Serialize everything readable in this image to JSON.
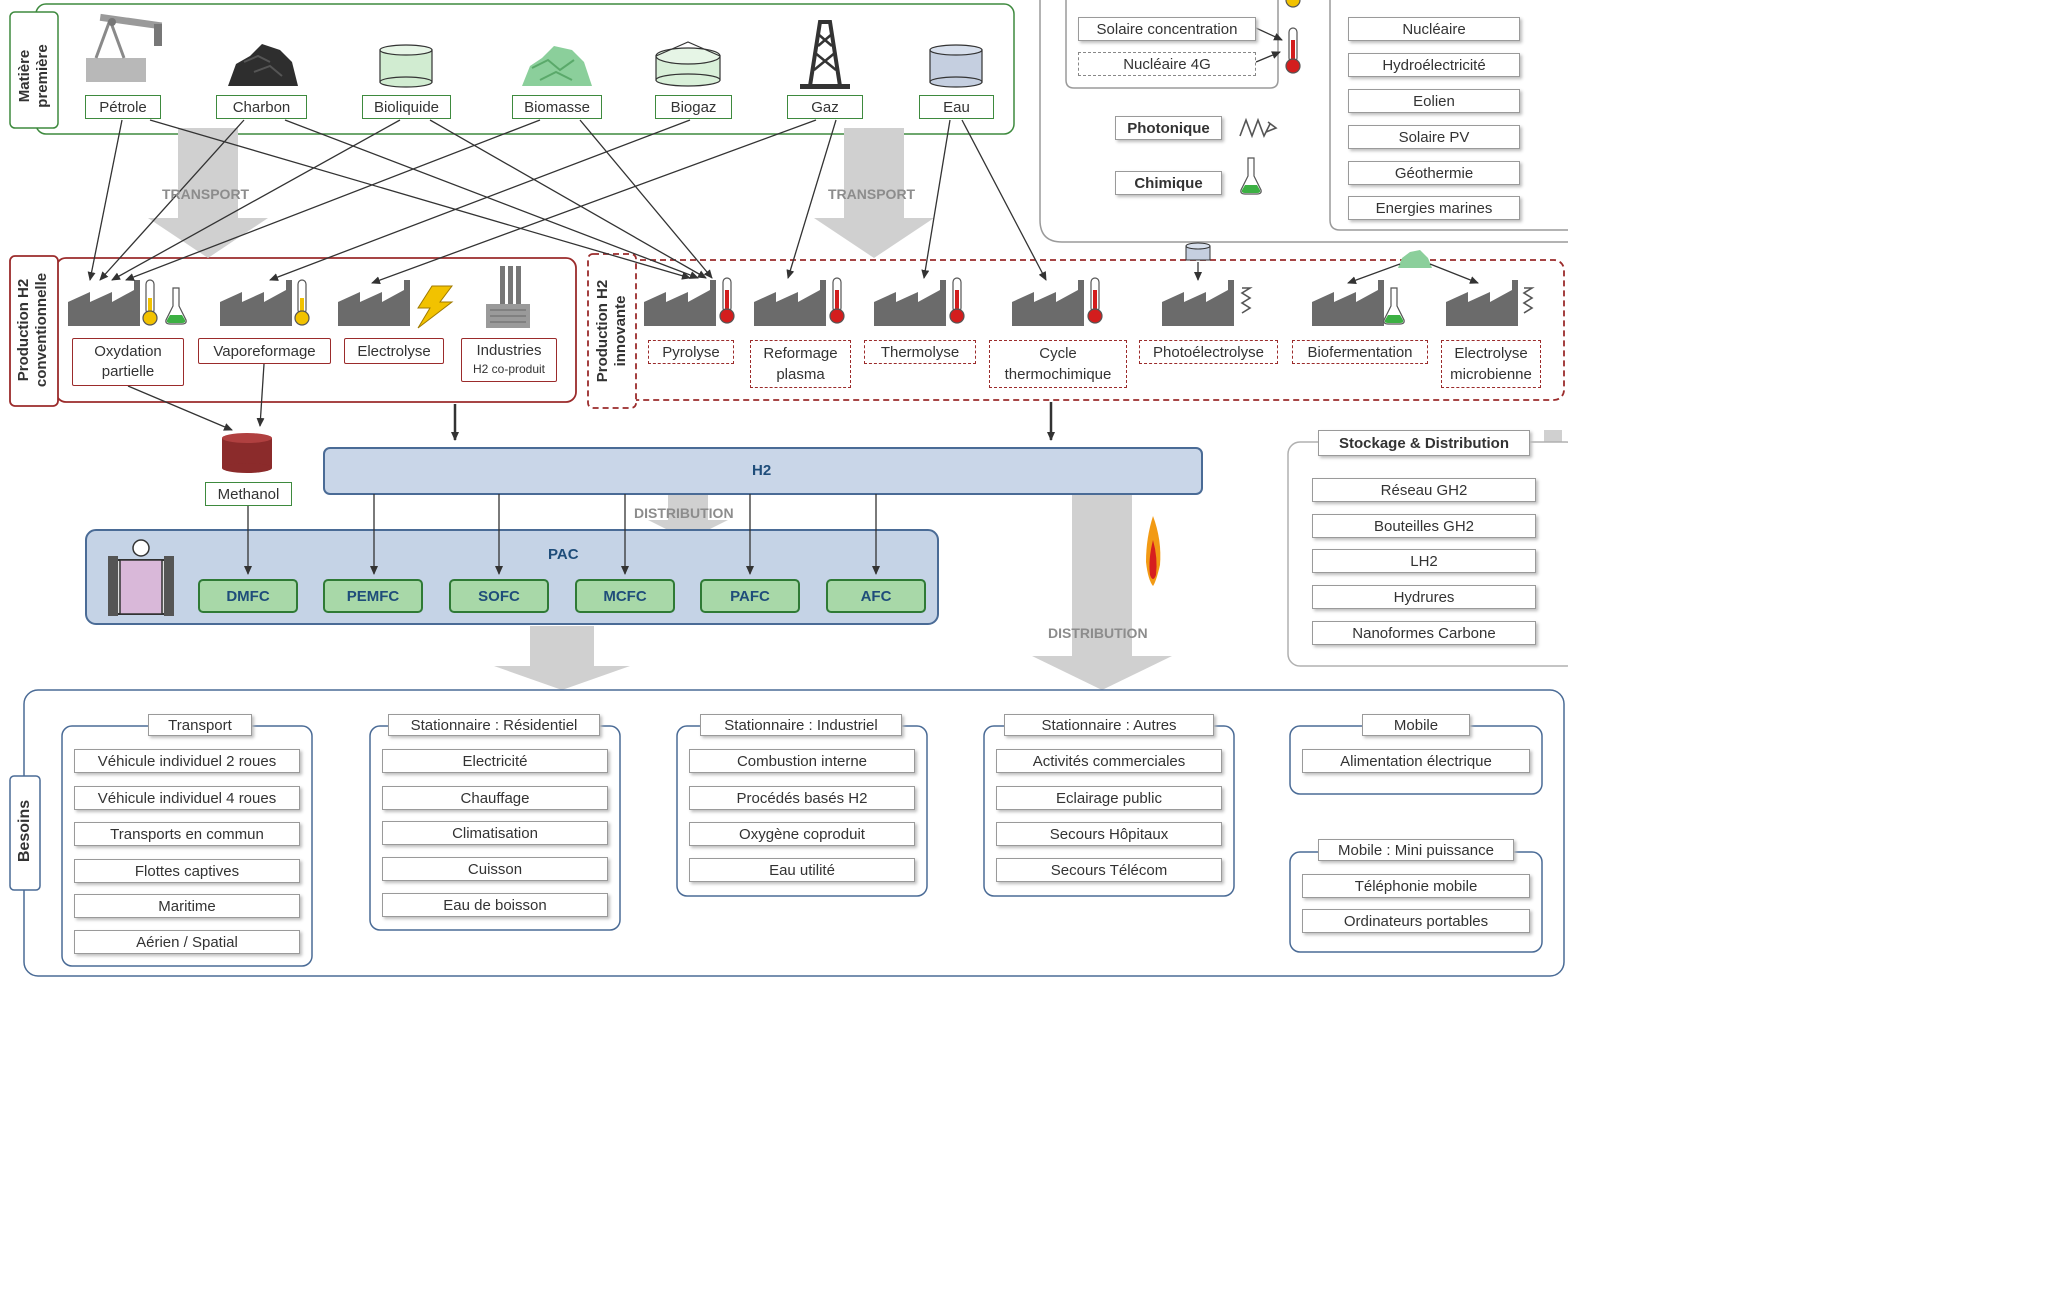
{
  "raw_materials": {
    "title_line1": "Matière",
    "title_line2": "première",
    "items": [
      "Pétrole",
      "Charbon",
      "Bioliquide",
      "Biomasse",
      "Biogaz",
      "Gaz",
      "Eau"
    ]
  },
  "energy_sources": {
    "thermal_items": [
      "Solaire concentration",
      "Nucléaire 4G"
    ],
    "photonic": "Photonique",
    "chemical": "Chimique",
    "electric_items": [
      "Nucléaire",
      "Hydroélectricité",
      "Eolien",
      "Solaire PV",
      "Géothermie",
      "Energies marines"
    ]
  },
  "transport_label": "TRANSPORT",
  "conventional": {
    "title_line1": "Production H2",
    "title_line2": "conventionnelle",
    "processes": [
      {
        "line1": "Oxydation",
        "line2": "partielle"
      },
      {
        "line1": "Vaporeformage",
        "line2": ""
      },
      {
        "line1": "Electrolyse",
        "line2": ""
      },
      {
        "line1": "Industries",
        "line2": "H2 co-produit"
      }
    ]
  },
  "innovative": {
    "title_line1": "Production H2",
    "title_line2": "innovante",
    "processes": [
      {
        "line1": "Pyrolyse",
        "line2": ""
      },
      {
        "line1": "Reformage",
        "line2": "plasma"
      },
      {
        "line1": "Thermolyse",
        "line2": ""
      },
      {
        "line1": "Cycle",
        "line2": "thermochimique"
      },
      {
        "line1": "Photoélectrolyse",
        "line2": ""
      },
      {
        "line1": "Biofermentation",
        "line2": ""
      },
      {
        "line1": "Electrolyse",
        "line2": "microbienne"
      }
    ]
  },
  "methanol": "Methanol",
  "h2_bus": "H2",
  "distribution_label": "DISTRIBUTION",
  "pac": {
    "title": "PAC",
    "cells": [
      "DMFC",
      "PEMFC",
      "SOFC",
      "MCFC",
      "PAFC",
      "AFC"
    ]
  },
  "storage": {
    "title": "Stockage & Distribution",
    "items": [
      "Réseau GH2",
      "Bouteilles GH2",
      "LH2",
      "Hydrures",
      "Nanoformes Carbone"
    ]
  },
  "needs": {
    "title": "Besoins",
    "groups": [
      {
        "title": "Transport",
        "items": [
          "Véhicule individuel 2 roues",
          "Véhicule individuel 4 roues",
          "Transports en commun",
          "Flottes captives",
          "Maritime",
          "Aérien / Spatial"
        ]
      },
      {
        "title": "Stationnaire : Résidentiel",
        "items": [
          "Electricité",
          "Chauffage",
          "Climatisation",
          "Cuisson",
          "Eau de boisson"
        ]
      },
      {
        "title": "Stationnaire : Industriel",
        "items": [
          "Combustion interne",
          "Procédés basés H2",
          "Oxygène coproduit",
          "Eau utilité"
        ]
      },
      {
        "title": "Stationnaire : Autres",
        "items": [
          "Activités commerciales",
          "Eclairage public",
          "Secours Hôpitaux",
          "Secours Télécom"
        ]
      },
      {
        "title": "Mobile",
        "items": [
          "Alimentation électrique"
        ]
      },
      {
        "title": "Mobile : Mini puissance",
        "items": [
          "Téléphonie mobile",
          "Ordinateurs portables"
        ]
      }
    ]
  },
  "colors": {
    "green_border": "#3e8a3e",
    "red_border": "#9b2b2b",
    "h2_fill": "#c9d6e8",
    "pac_fill": "#c5d3e6",
    "cell_fill": "#a8d8a8",
    "arrow_gray": "#d0d0d0"
  }
}
